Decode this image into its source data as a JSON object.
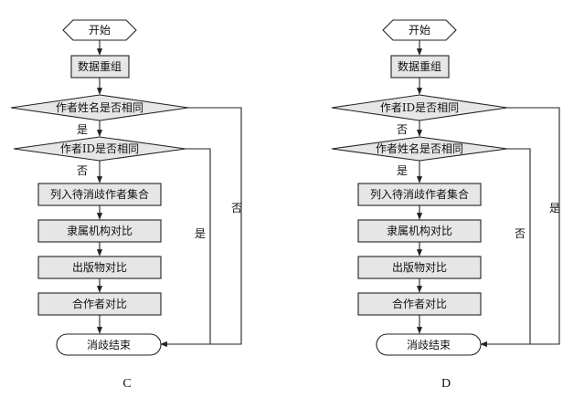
{
  "diagram_c": {
    "nodes": {
      "start": "开始",
      "regroup": "数据重组",
      "decision_name": "作者姓名是否相同",
      "decision_id": "作者ID是否相同",
      "list": "列入待消歧作者集合",
      "affiliation": "隶属机构对比",
      "publication": "出版物对比",
      "coauthor": "合作者对比",
      "end": "消歧结束"
    },
    "edges": {
      "name_yes": "是",
      "name_no": "否",
      "id_no": "否",
      "id_yes": "是"
    },
    "label": "C"
  },
  "diagram_d": {
    "nodes": {
      "start": "开始",
      "regroup": "数据重组",
      "decision_id": "作者ID是否相同",
      "decision_name": "作者姓名是否相同",
      "list": "列入待消歧作者集合",
      "affiliation": "隶属机构对比",
      "publication": "出版物对比",
      "coauthor": "合作者对比",
      "end": "消歧结束"
    },
    "edges": {
      "id_no": "否",
      "id_yes": "是",
      "name_yes": "是",
      "name_no": "否"
    },
    "label": "D"
  }
}
